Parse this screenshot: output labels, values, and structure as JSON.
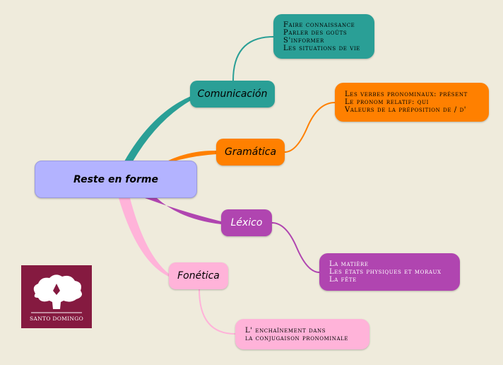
{
  "central": {
    "label": "Reste en forme",
    "color": "#b3b3ff"
  },
  "branches": [
    {
      "label": "Comunicación",
      "color": "#2a9f96",
      "details": [
        "Faire connaissance",
        "Parler des goûts",
        "S'informer",
        "Les situations de vie"
      ]
    },
    {
      "label": "Gramática",
      "color": "#ff8000",
      "details": [
        "Les verbes pronominaux: présent",
        "Le pronom relatif: qui",
        "Valeurs de la préposition de / d'"
      ]
    },
    {
      "label": "Léxico",
      "color": "#b045b0",
      "details": [
        "La matière",
        "Les états physiques et moraux",
        "La fête"
      ]
    },
    {
      "label": "Fonética",
      "color": "#ffb3d9",
      "details": [
        "L' enchaînement dans",
        "la conjugaison pronominale"
      ]
    }
  ],
  "logo": {
    "text": "SANTO DOMINGO",
    "color": "#851a40"
  }
}
